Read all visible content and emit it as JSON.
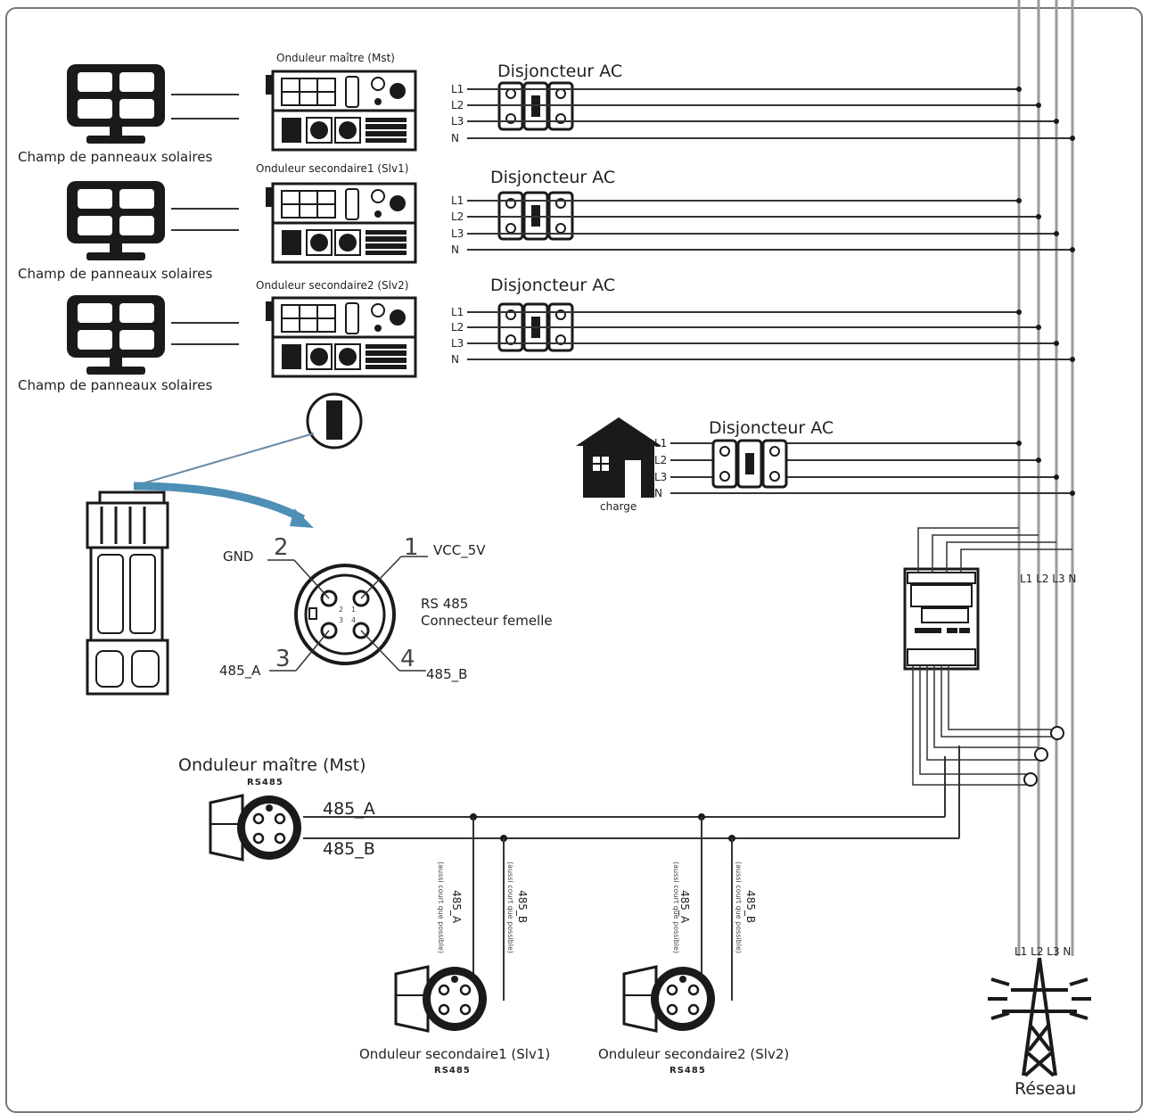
{
  "inverters": [
    {
      "label": "Onduleur maître (Mst)",
      "breaker": "Disjoncteur AC",
      "panel": "Champ de panneaux solaires"
    },
    {
      "label": "Onduleur secondaire1 (Slv1)",
      "breaker": "Disjoncteur AC",
      "panel": "Champ de panneaux solaires"
    },
    {
      "label": "Onduleur  secondaire2 (Slv2)",
      "breaker": "Disjoncteur AC",
      "panel": "Champ de panneaux solaires"
    }
  ],
  "phases": [
    "L1",
    "L2",
    "L3",
    "N"
  ],
  "load": {
    "label": "charge",
    "breaker": "Disjoncteur AC"
  },
  "connector": {
    "pin1": "1",
    "pin2": "2",
    "pin3": "3",
    "pin4": "4",
    "vcc": "VCC_5V",
    "gnd": "GND",
    "a": "485_A",
    "b": "485_B",
    "title": "RS 485",
    "subtitle": "Connecteur femelle",
    "inner1": "1",
    "inner2": "2",
    "inner3": "3",
    "inner4": "4"
  },
  "meter": {
    "phases": "L1 L2 L3 N"
  },
  "bus": {
    "master_label": "Onduleur maître (Mst)",
    "rs485": "RS485",
    "a": "485_A",
    "b": "485_B",
    "drop_a": "485_A",
    "drop_b": "485_B",
    "drop_note": "(aussi court que possible)",
    "slave1": "Onduleur secondaire1 (Slv1)",
    "slave2": "Onduleur  secondaire2 (Slv2)"
  },
  "grid": {
    "phases": "L1 L2 L3 N",
    "label": "Réseau"
  },
  "colors": {
    "line": "#333333",
    "grid_line": "#9a9a9a",
    "arrow": "#4d8fb5",
    "icon": "#1a1a1a"
  }
}
